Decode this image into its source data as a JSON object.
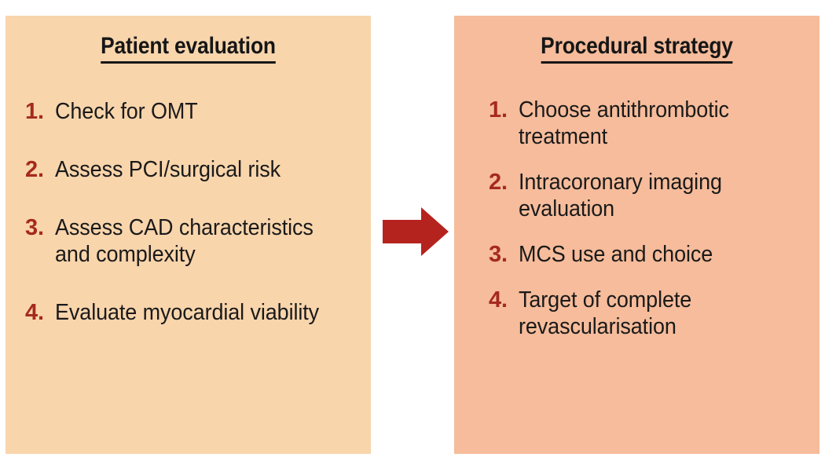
{
  "figure": {
    "background": "#ffffff",
    "arrow": {
      "name": "right-arrow",
      "color": "#b5231f",
      "direction": "right"
    }
  },
  "panels": [
    {
      "id": "patient-evaluation",
      "title": "Patient evaluation",
      "background": "#f9d5ac",
      "number_color": "#a52a1e",
      "text_color": "#1a1a1a",
      "items": [
        {
          "number": "1.",
          "text": "Check for OMT"
        },
        {
          "number": "2.",
          "text": "Assess PCI/surgical risk"
        },
        {
          "number": "3.",
          "text": "Assess CAD characteristics and complexity"
        },
        {
          "number": "4.",
          "text": "Evaluate myocardial viability"
        }
      ]
    },
    {
      "id": "procedural-strategy",
      "title": "Procedural strategy",
      "background": "#f6bc9b",
      "number_color": "#a52a1e",
      "text_color": "#1a1a1a",
      "items": [
        {
          "number": "1.",
          "text": "Choose antithrombotic treatment"
        },
        {
          "number": "2.",
          "text": "Intracoronary imaging evaluation"
        },
        {
          "number": "3.",
          "text": "MCS use and choice"
        },
        {
          "number": "4.",
          "text": "Target of complete revascularisation"
        }
      ]
    }
  ]
}
